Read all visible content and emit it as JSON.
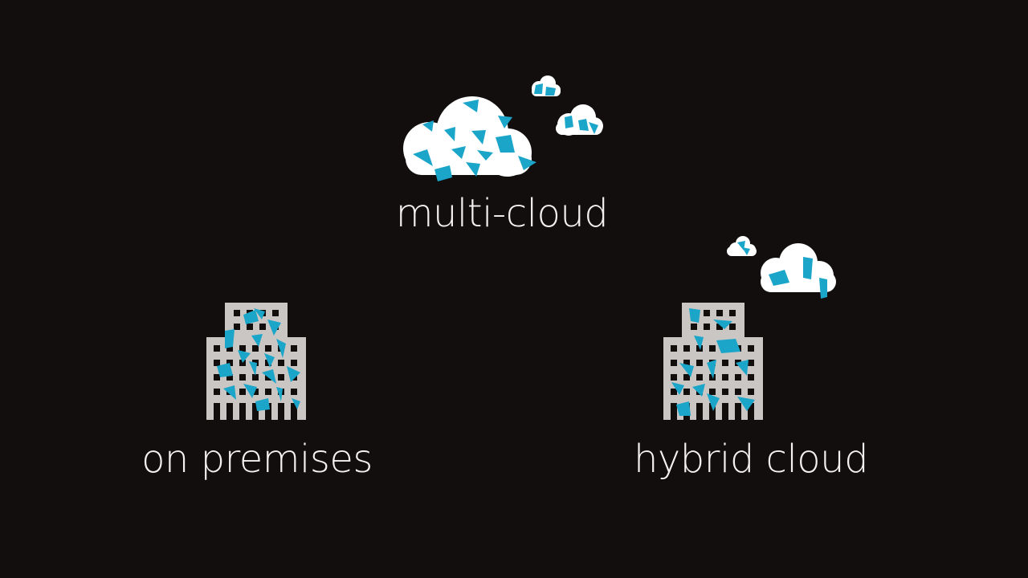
{
  "labels": {
    "multi_cloud": "multi-cloud",
    "on_premises": "on premises",
    "hybrid_cloud": "hybrid cloud"
  },
  "colors": {
    "background": "#110e0d",
    "text": "#f4f2f0",
    "cloud": "#ffffff",
    "building": "#c9c6c3",
    "window": "#110e0d",
    "shard": "#1ba6c9"
  },
  "icons": [
    "cloud-icon",
    "building-icon",
    "data-shard-icon"
  ]
}
